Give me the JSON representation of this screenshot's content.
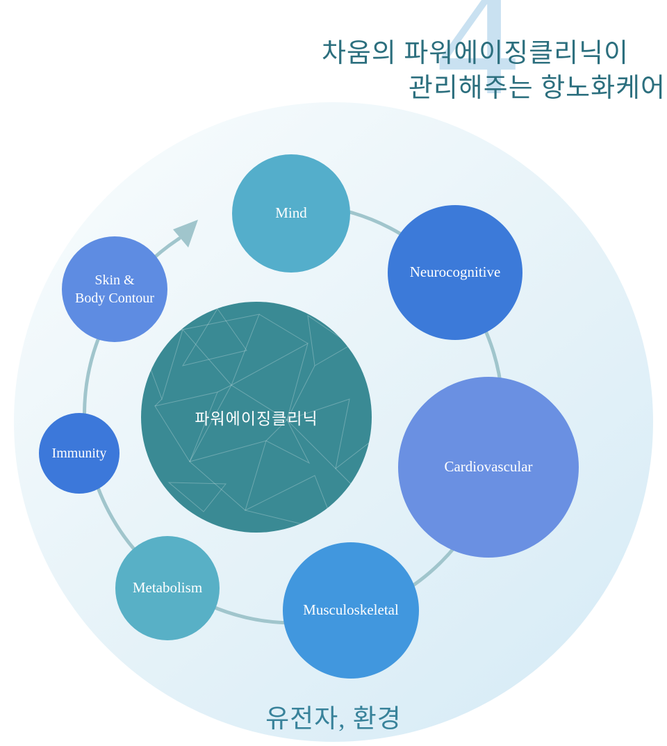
{
  "header": {
    "section_number": "4",
    "watermark_color": "#c9e1f1",
    "title_line1": "차움의 파워에이징클리닉이",
    "title_line2": "관리해주는 항노화케어",
    "title_color": "#2c6f7e"
  },
  "diagram": {
    "center_node": {
      "label": "파워에이징클리닉",
      "color": "#3a8a94"
    },
    "nodes": [
      {
        "id": "mind",
        "label": "Mind",
        "color": "#54aecb"
      },
      {
        "id": "neurocognitive",
        "label": "Neurocognitive",
        "color": "#3c7ad9"
      },
      {
        "id": "cardiovascular",
        "label": "Cardiovascular",
        "color": "#6a90e2"
      },
      {
        "id": "musculoskeletal",
        "label": "Musculoskeletal",
        "color": "#4197de"
      },
      {
        "id": "metabolism",
        "label": "Metabolism",
        "color": "#58b0c6"
      },
      {
        "id": "immunity",
        "label": "Immunity",
        "color": "#3c78da"
      },
      {
        "id": "skin",
        "label_line1": "Skin &",
        "label_line2": "Body Contour",
        "color": "#5e8ce2"
      }
    ],
    "ring_color": "#a0c5cc",
    "background_circle_gradient": [
      "#f8fcfd",
      "#d6ebf6"
    ]
  },
  "footer": {
    "label": "유전자, 환경",
    "color": "#38829a"
  }
}
